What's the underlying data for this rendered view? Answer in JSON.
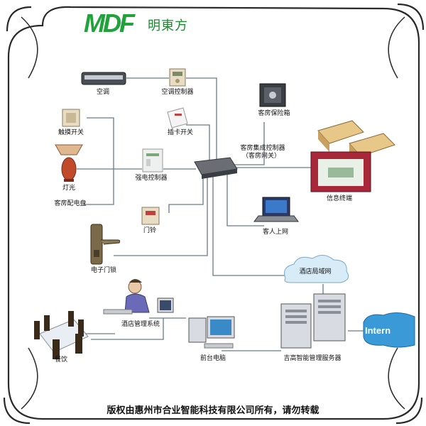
{
  "logo": {
    "mark": "MDF",
    "name": "明東方"
  },
  "devices": {
    "air_conditioner": "空调",
    "ac_controller": "空调控制器",
    "touch_switch": "触摸开关",
    "card_switch": "插卡开关",
    "lamp": "灯光",
    "distribution_box": "客房配电盘",
    "power_controller": "强电控制器",
    "doorbell": "门铃",
    "door_lock": "电子门锁",
    "safe": "客房保险箱",
    "room_controller": "客房集成控制器",
    "room_gateway": "（客房网关）",
    "info_terminal": "信息终端",
    "guest_internet": "客人上网",
    "hotel_lan": "酒店局域网",
    "hotel_mgmt": "酒店管理系统",
    "dining": "餐饮",
    "front_desk_pc": "前台电脑",
    "server": "吉高智能管理服务器",
    "internet": "Intern"
  },
  "footer": {
    "copyright": "版权由惠州市合业智能科技有限公司所有，请勿转载"
  },
  "colors": {
    "brand_green": "#1fa33a",
    "line": "#6a7a88",
    "frame": "#2a2a2a",
    "lan_cloud": "#d8ecf8",
    "internet_blue": "#3a9ad8"
  }
}
